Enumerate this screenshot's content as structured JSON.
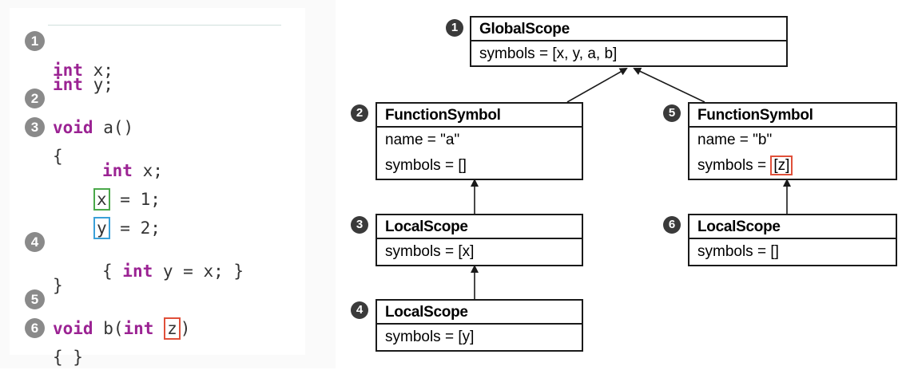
{
  "code": {
    "lines": [
      {
        "num": "1",
        "kw": "int",
        "rest": " x;"
      },
      {
        "num": "",
        "kw": "int",
        "rest": " y;"
      },
      {
        "num": "2",
        "kw": "void",
        "rest": " a()"
      },
      {
        "num": "3",
        "plain": "{"
      },
      {
        "num": "",
        "kw": "int",
        "rest": " x;"
      },
      {
        "num": "",
        "boxed": "x",
        "rest": " = 1;"
      },
      {
        "num": "",
        "boxed": "y",
        "rest": " = 2;"
      },
      {
        "num": "4",
        "pre": "{ ",
        "kw": "int",
        "rest": " y = x; }"
      },
      {
        "num": "",
        "plain": "}"
      },
      {
        "num": "5",
        "kw": "void",
        "mid": " b(",
        "kw2": "int",
        "boxed": "z",
        "post": ")"
      },
      {
        "num": "6",
        "plain": "{ }"
      }
    ]
  },
  "diagram": {
    "nodes": [
      {
        "num": "1",
        "title": "GlobalScope",
        "attrs": [
          "symbols = [x, y, a, b]"
        ]
      },
      {
        "num": "2",
        "title": "FunctionSymbol",
        "attrs": [
          "name = \"a\"",
          "symbols = []"
        ]
      },
      {
        "num": "5",
        "title": "FunctionSymbol",
        "attrs": [
          "name = \"b\"",
          "symbols = "
        ],
        "boxed_attr": "[z]"
      },
      {
        "num": "3",
        "title": "LocalScope",
        "attrs": [
          "symbols = [x]"
        ]
      },
      {
        "num": "6",
        "title": "LocalScope",
        "attrs": [
          "symbols = []"
        ]
      },
      {
        "num": "4",
        "title": "LocalScope",
        "attrs": [
          "symbols = [y]"
        ]
      }
    ]
  }
}
